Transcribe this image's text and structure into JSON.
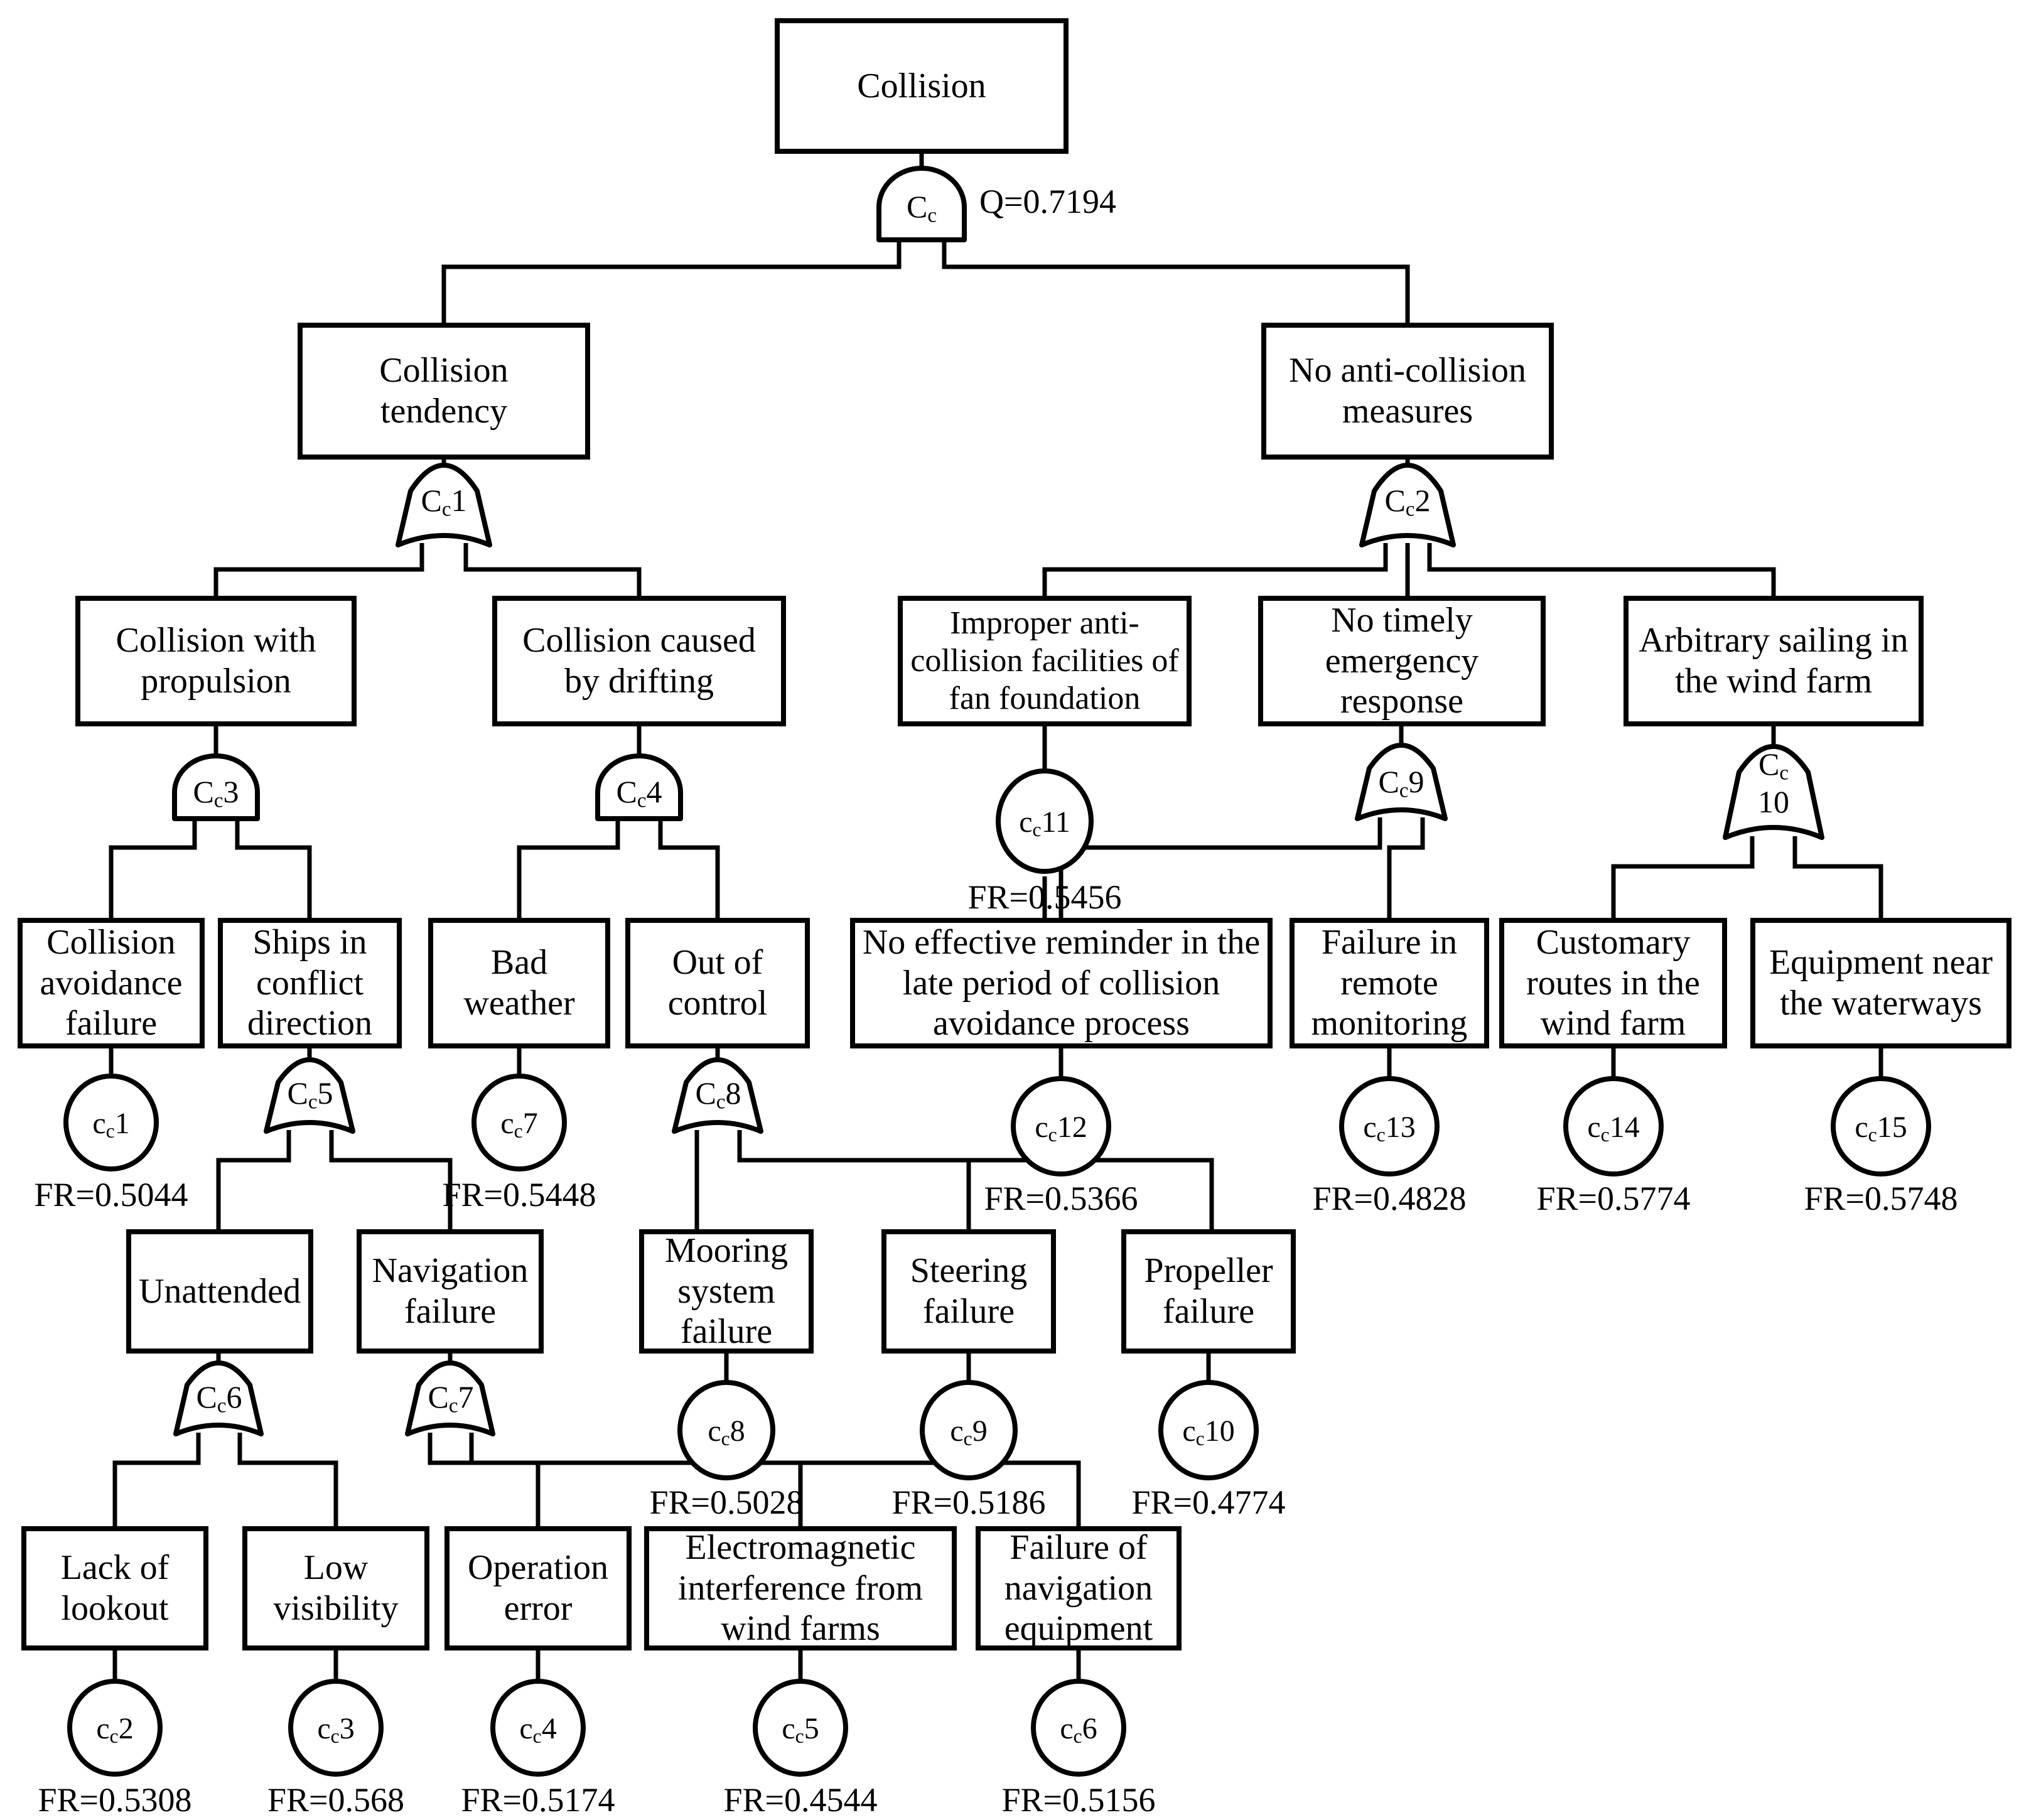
{
  "diagram": {
    "type": "fault-tree",
    "title": "Collision fault tree",
    "top_event_probability_label": "Q=0.7194"
  },
  "nodes": {
    "top": {
      "label": "Collision"
    },
    "l2a": {
      "label": "Collision tendency"
    },
    "l2b": {
      "label": "No anti-collision measures"
    },
    "l3a": {
      "label": "Collision with propulsion"
    },
    "l3b": {
      "label": "Collision caused by drifting"
    },
    "l3c": {
      "label": "Improper anti-collision facilities of fan foundation"
    },
    "l3d": {
      "label": "No timely emergency response"
    },
    "l3e": {
      "label": "Arbitrary sailing in the wind farm"
    },
    "l4a": {
      "label": "Collision avoidance failure"
    },
    "l4b": {
      "label": "Ships in conflict direction"
    },
    "l4c": {
      "label": "Bad weather"
    },
    "l4d": {
      "label": "Out of control"
    },
    "l4e": {
      "label": "No effective reminder in the late period of collision avoidance process"
    },
    "l4f": {
      "label": "Failure in remote monitoring"
    },
    "l4g": {
      "label": "Customary routes in the wind farm"
    },
    "l4h": {
      "label": "Equipment near the waterways"
    },
    "l5a": {
      "label": "Unattended"
    },
    "l5b": {
      "label": "Navigation failure"
    },
    "l5c": {
      "label": "Mooring system failure"
    },
    "l5d": {
      "label": "Steering failure"
    },
    "l5e": {
      "label": "Propeller failure"
    },
    "l6a": {
      "label": "Lack of lookout"
    },
    "l6b": {
      "label": "Low visibility"
    },
    "l6c": {
      "label": "Operation error"
    },
    "l6d": {
      "label": "Electromagnetic interference from wind farms"
    },
    "l6e": {
      "label": "Failure of navigation equipment"
    }
  },
  "gates": {
    "gc": {
      "id": "C",
      "sub": "c",
      "num": "",
      "type": "AND"
    },
    "gc1": {
      "id": "C",
      "sub": "c",
      "num": "1",
      "type": "OR"
    },
    "gc2": {
      "id": "C",
      "sub": "c",
      "num": "2",
      "type": "OR"
    },
    "gc3": {
      "id": "C",
      "sub": "c",
      "num": "3",
      "type": "AND"
    },
    "gc4": {
      "id": "C",
      "sub": "c",
      "num": "4",
      "type": "AND"
    },
    "gc5": {
      "id": "C",
      "sub": "c",
      "num": "5",
      "type": "OR"
    },
    "gc6": {
      "id": "C",
      "sub": "c",
      "num": "6",
      "type": "OR"
    },
    "gc7": {
      "id": "C",
      "sub": "c",
      "num": "7",
      "type": "OR"
    },
    "gc8": {
      "id": "C",
      "sub": "c",
      "num": "8",
      "type": "OR"
    },
    "gc9": {
      "id": "C",
      "sub": "c",
      "num": "9",
      "type": "OR"
    },
    "gc10a": {
      "id": "C",
      "sub": "c",
      "num": "",
      "type": "OR"
    },
    "gc10b": {
      "num": "10"
    }
  },
  "events": {
    "e1": {
      "id": "c",
      "sub": "c",
      "num": "1",
      "fr": "FR=0.5044"
    },
    "e2": {
      "id": "c",
      "sub": "c",
      "num": "2",
      "fr": "FR=0.5308"
    },
    "e3": {
      "id": "c",
      "sub": "c",
      "num": "3",
      "fr": "FR=0.568"
    },
    "e4": {
      "id": "c",
      "sub": "c",
      "num": "4",
      "fr": "FR=0.5174"
    },
    "e5": {
      "id": "c",
      "sub": "c",
      "num": "5",
      "fr": "FR=0.4544"
    },
    "e6": {
      "id": "c",
      "sub": "c",
      "num": "6",
      "fr": "FR=0.5156"
    },
    "e7": {
      "id": "c",
      "sub": "c",
      "num": "7",
      "fr": "FR=0.5448"
    },
    "e8": {
      "id": "c",
      "sub": "c",
      "num": "8",
      "fr": "FR=0.5028"
    },
    "e9": {
      "id": "c",
      "sub": "c",
      "num": "9",
      "fr": "FR=0.5186"
    },
    "e10": {
      "id": "c",
      "sub": "c",
      "num": "10",
      "fr": "FR=0.4774"
    },
    "e11": {
      "id": "c",
      "sub": "c",
      "num": "11",
      "fr": "FR=0.5456"
    },
    "e12": {
      "id": "c",
      "sub": "c",
      "num": "12",
      "fr": "FR=0.5366"
    },
    "e13": {
      "id": "c",
      "sub": "c",
      "num": "13",
      "fr": "FR=0.4828"
    },
    "e14": {
      "id": "c",
      "sub": "c",
      "num": "14",
      "fr": "FR=0.5774"
    },
    "e15": {
      "id": "c",
      "sub": "c",
      "num": "15",
      "fr": "FR=0.5748"
    }
  },
  "colors": {
    "stroke": "#000000",
    "fill": "#ffffff"
  }
}
